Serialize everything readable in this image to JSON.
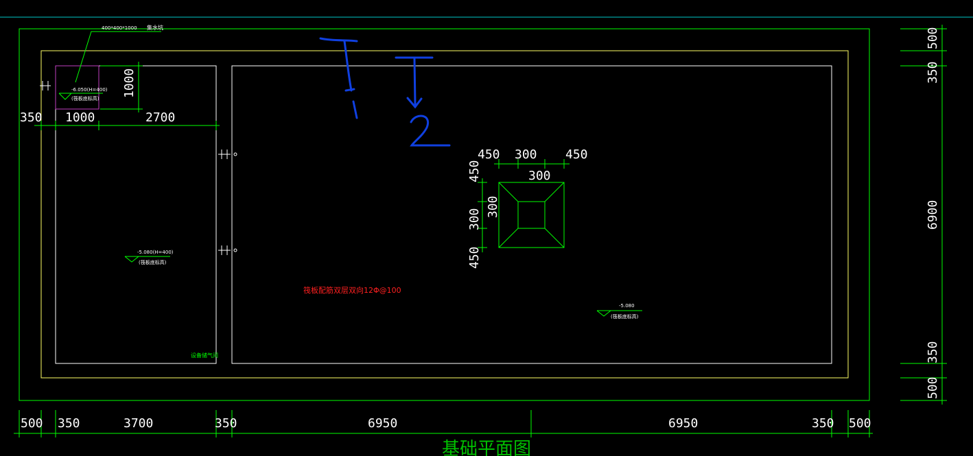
{
  "drawing_title": "基础平面图",
  "colors": {
    "background": "#000000",
    "green": "#00ff00",
    "yellow": "#ffff66",
    "white": "#ffffff",
    "magenta": "#c040c0",
    "red": "#ff2020",
    "blue": "#1040e0",
    "cyan": "#00c8c8"
  },
  "bottom_dims": [
    "500",
    "350",
    "3700",
    "350",
    "6950",
    "6950",
    "350",
    "500"
  ],
  "right_dims": [
    "500",
    "350",
    "6900",
    "350",
    "500"
  ],
  "left_room_dims": {
    "d350": "350",
    "d1000": "1000",
    "d2700": "2700",
    "d1000v": "1000"
  },
  "pit_dims": {
    "top_450a": "450",
    "top_300": "300",
    "top_450b": "450",
    "top_300b": "300",
    "left_450a": "450",
    "left_300": "300",
    "left_300b": "300",
    "left_450b": "450"
  },
  "annotations": {
    "sump_spec": "400*400*1000",
    "sump_label": "集水坑",
    "elev_sump": "-6.050(H=400)",
    "elev_sump_note": "(筏板底标高)",
    "elev_left": "-5.080(H=400)",
    "elev_left_note": "(筏板底标高)",
    "elev_right": "-5.080",
    "elev_right_note": "(筏板底标高)",
    "left_room_label": "设备储气间",
    "rebar_note": "筏板配筋双层双向12Φ@100"
  },
  "section_marks": [
    "1",
    "2"
  ]
}
